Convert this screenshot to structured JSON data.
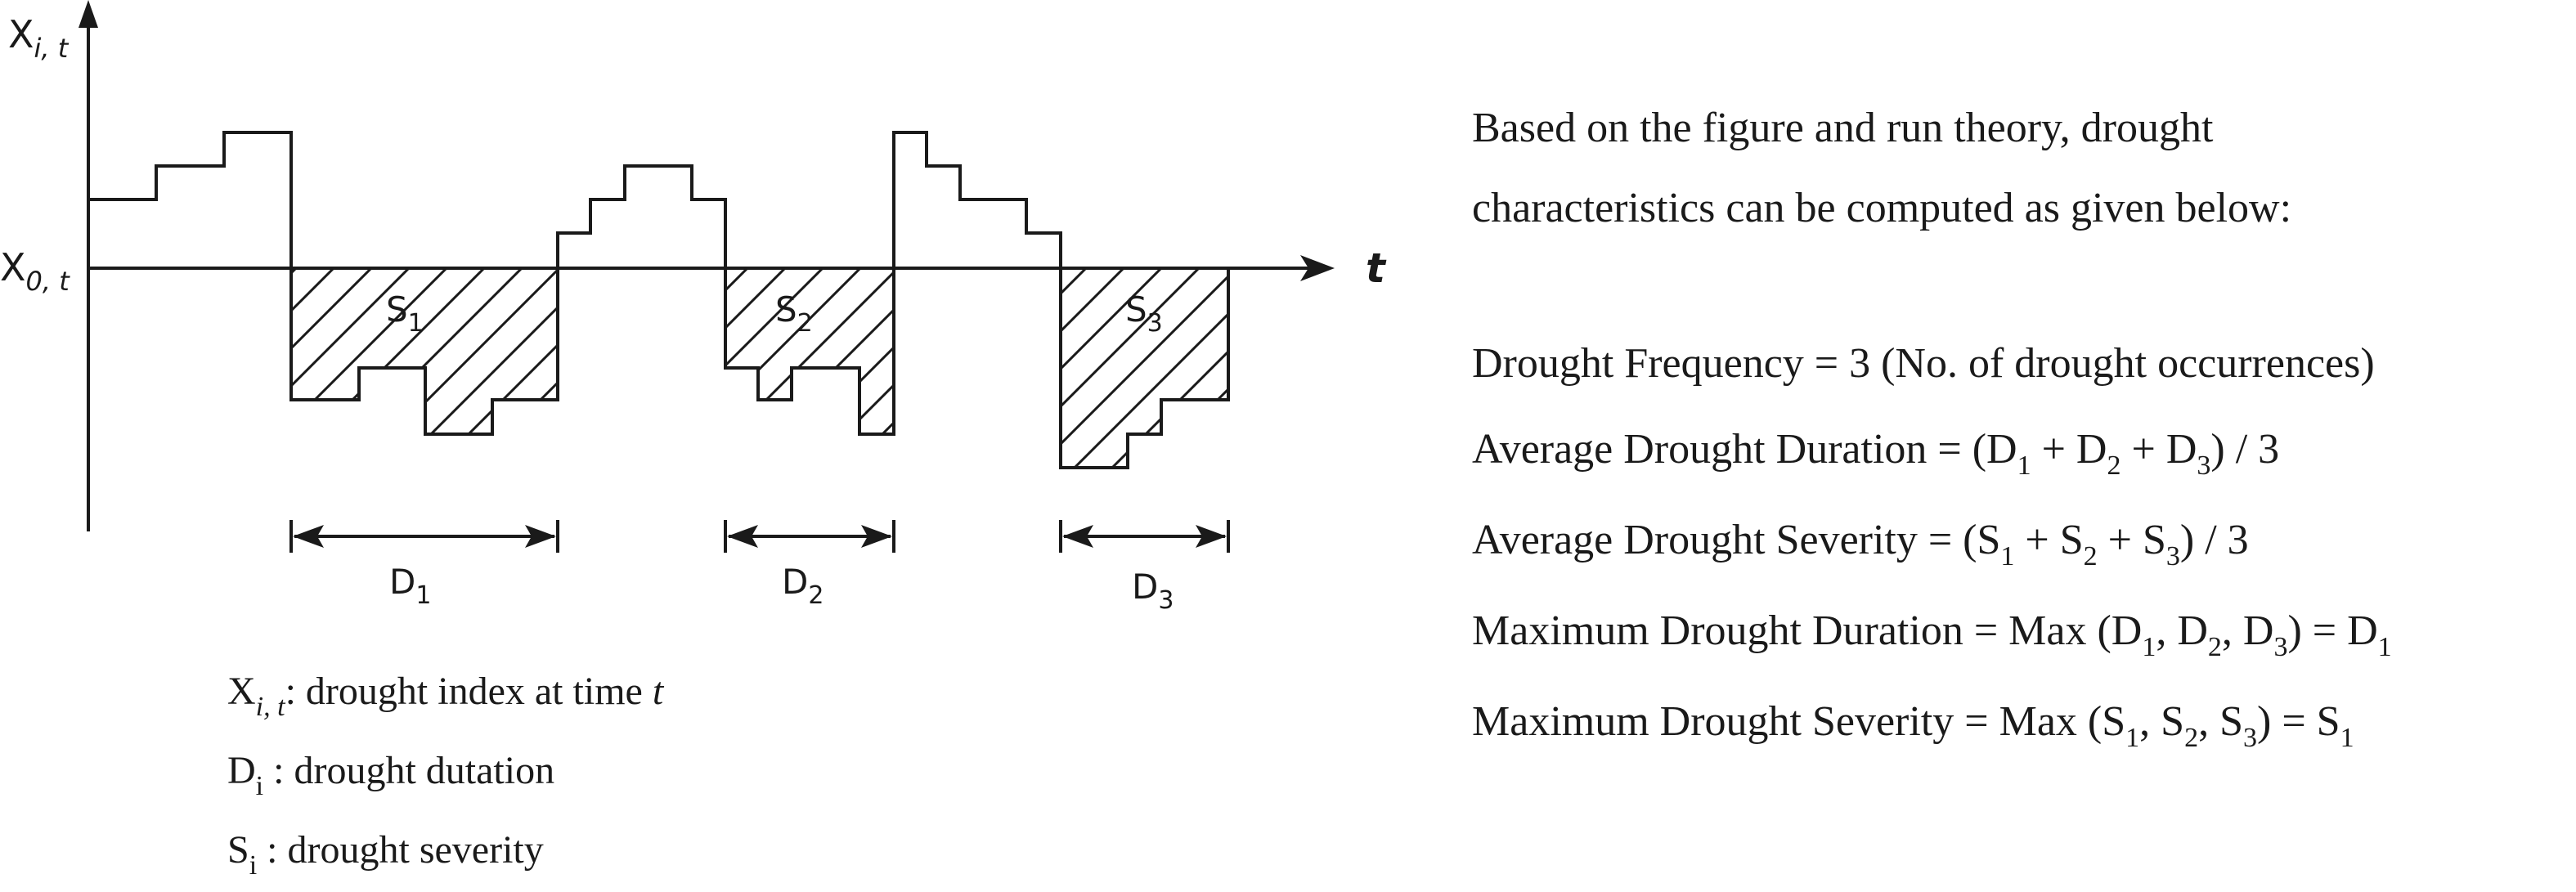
{
  "axes": {
    "y_label": "X",
    "y_label_sub": "i, t",
    "threshold_label": "X",
    "threshold_label_sub": "0, t",
    "x_label": "t"
  },
  "severities": [
    {
      "base": "S",
      "sub": "1"
    },
    {
      "base": "S",
      "sub": "2"
    },
    {
      "base": "S",
      "sub": "3"
    }
  ],
  "durations": [
    {
      "base": "D",
      "sub": "1"
    },
    {
      "base": "D",
      "sub": "2"
    },
    {
      "base": "D",
      "sub": "3"
    }
  ],
  "legend": [
    {
      "sym": "X",
      "sub": "i, t",
      "text": ": drought index at time ",
      "tail_italic": "t"
    },
    {
      "sym": "D",
      "sub": "i",
      "text": " : drought dutation",
      "tail_italic": ""
    },
    {
      "sym": "S",
      "sub": "i",
      "text": " : drought severity",
      "tail_italic": ""
    }
  ],
  "intro": [
    "Based on the figure and run theory, drought",
    "characteristics can be computed as given below:"
  ],
  "formulas": [
    "Drought Frequency = 3 (No. of drought occurrences)",
    "Average Drought Duration = (D1 + D2 + D3) / 3",
    "Average Drought Severity = (S1 + S2 + S3) / 3",
    "Maximum Drought Duration = Max (D1, D2, D3) = D1",
    "Maximum Drought Severity = Max (S1, S2, S3) = S1"
  ]
}
